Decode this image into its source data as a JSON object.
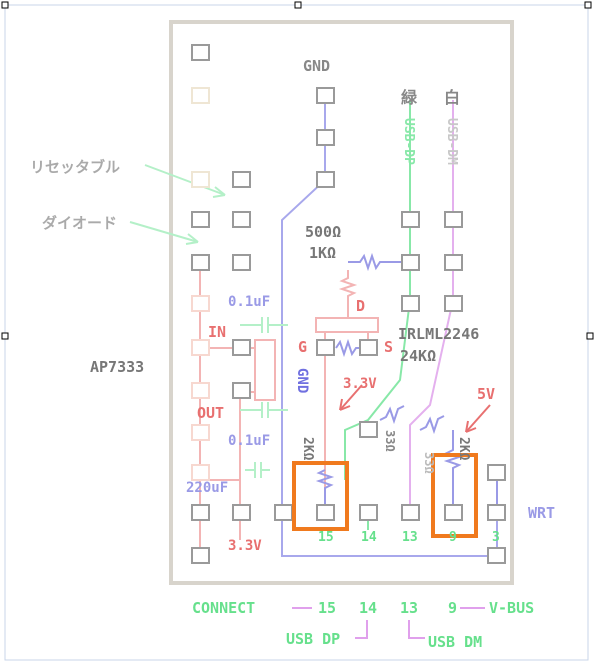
{
  "colors": {
    "board": "#d8d4cc",
    "pad": "#9a9a9a",
    "gray_text": "#888888",
    "red": "#e87070",
    "light_red": "#f3b4b4",
    "green": "#66e08c",
    "light_green": "#b4f0c8",
    "blue": "#9a9ae6",
    "purple": "#7070e0",
    "pink": "#e0a0ec",
    "orange": "#f07a1e"
  },
  "labels": {
    "gnd_top": "GND",
    "green_wire": "緑",
    "white_wire": "白",
    "usb_dp": "USB-DP",
    "usb_dm": "USB-DM",
    "resettable": "リセッタブル",
    "diode": "ダイオード",
    "r_500": "500Ω",
    "r_1k": "1KΩ",
    "cap_top": "0.1uF",
    "in": "IN",
    "out": "OUT",
    "cap_bottom": "0.1uF",
    "ap7333": "AP7333",
    "gnd_mid": "GND",
    "d": "D",
    "g": "G",
    "s": "S",
    "irlml": "IRLML2246",
    "r_24k": "24KΩ",
    "v33_mid": "3.3V",
    "v5": "5V",
    "r_33": "33Ω",
    "r_2k_left": "2KΩ",
    "r_33_right": "33Ω",
    "r_2k_right": "2KΩ",
    "cap_220": "220uF",
    "wrt": "WRT",
    "v33_bottom": "3.3V",
    "pin15": "15",
    "pin14": "14",
    "pin13": "13",
    "pin9": "9",
    "pin3": "3"
  },
  "legend": {
    "connect": "CONNECT",
    "p15": "15",
    "p14": "14",
    "p13": "13",
    "p9": "9",
    "vbus": "V-BUS",
    "usbdp": "USB DP",
    "usbdm": "USB DM"
  }
}
